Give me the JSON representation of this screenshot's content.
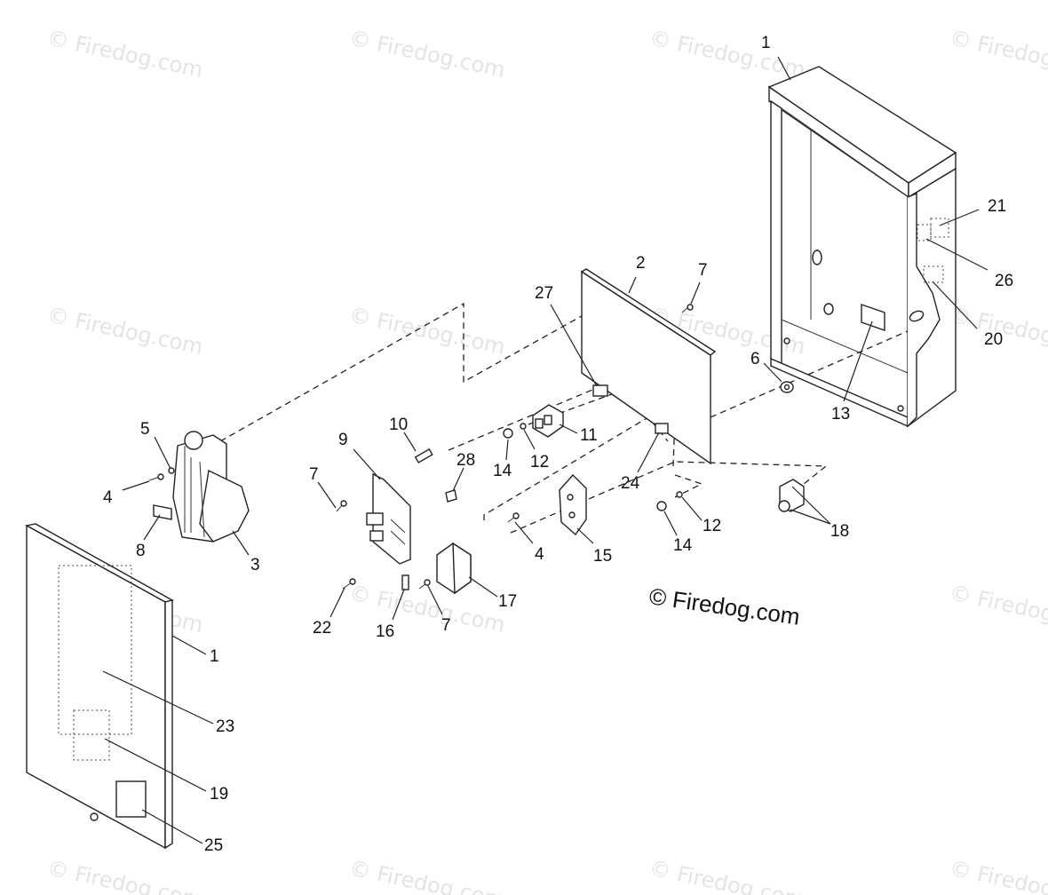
{
  "watermark": {
    "text": "© Firedog.com"
  },
  "credit": {
    "text": "© Firedog.com"
  },
  "callouts": [
    {
      "label": "1"
    },
    {
      "label": "2"
    },
    {
      "label": "7"
    },
    {
      "label": "27"
    },
    {
      "label": "21"
    },
    {
      "label": "26"
    },
    {
      "label": "20"
    },
    {
      "label": "6"
    },
    {
      "label": "13"
    },
    {
      "label": "5"
    },
    {
      "label": "4"
    },
    {
      "label": "8"
    },
    {
      "label": "3"
    },
    {
      "label": "9"
    },
    {
      "label": "10"
    },
    {
      "label": "7"
    },
    {
      "label": "28"
    },
    {
      "label": "14"
    },
    {
      "label": "12"
    },
    {
      "label": "11"
    },
    {
      "label": "24"
    },
    {
      "label": "4"
    },
    {
      "label": "15"
    },
    {
      "label": "14"
    },
    {
      "label": "12"
    },
    {
      "label": "18"
    },
    {
      "label": "22"
    },
    {
      "label": "16"
    },
    {
      "label": "7"
    },
    {
      "label": "17"
    },
    {
      "label": "1"
    },
    {
      "label": "23"
    },
    {
      "label": "19"
    },
    {
      "label": "25"
    }
  ]
}
